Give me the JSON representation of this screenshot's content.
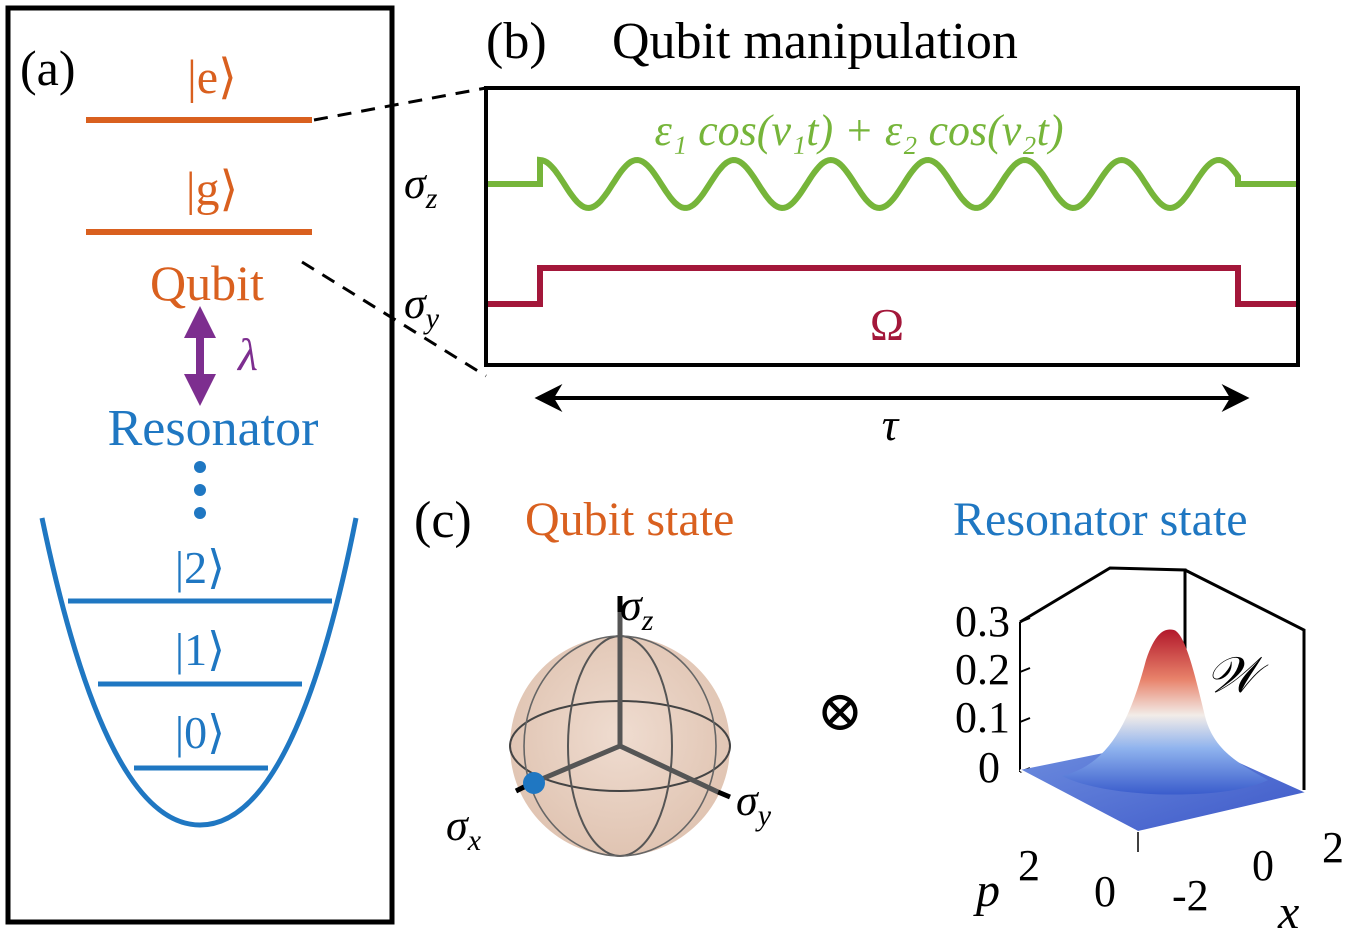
{
  "panel_a": {
    "label": "(a)",
    "qubit_excited": "|e⟩",
    "qubit_ground": "|g⟩",
    "qubit_label": "Qubit",
    "coupling_symbol": "λ",
    "resonator_label": "Resonator",
    "fock_2": "|2⟩",
    "fock_1": "|1⟩",
    "fock_0": "|0⟩"
  },
  "panel_b": {
    "label": "(b)",
    "title": "Qubit manipulation",
    "sigma_z": "σ",
    "sigma_z_sub": "z",
    "sigma_y": "σ",
    "sigma_y_sub": "y",
    "drive_z_formula": "ε₁ cos(ν₁t) + ε₂ cos(ν₂t)",
    "drive_y_label": "Ω",
    "duration_label": "τ"
  },
  "panel_c": {
    "label": "(c)",
    "qubit_state_title": "Qubit state",
    "resonator_state_title": "Resonator state",
    "bloch_z": "σ",
    "bloch_z_sub": "z",
    "bloch_x": "σ",
    "bloch_x_sub": "x",
    "bloch_y": "σ",
    "bloch_y_sub": "y",
    "tensor_symbol": "⊗",
    "wigner_label": "𝒲",
    "z_ticks": [
      "0.3",
      "0.2",
      "0.1",
      "0"
    ],
    "p_axis": "p",
    "p_ticks": [
      "2",
      "0"
    ],
    "x_axis": "x",
    "x_ticks": [
      "-2",
      "0",
      "2"
    ]
  },
  "colors": {
    "qubit": "#d9601f",
    "resonator": "#1f77c2",
    "coupling": "#7d2e8f",
    "drive_z": "#76b53a",
    "drive_y": "#a3173a",
    "frame": "#000000"
  }
}
